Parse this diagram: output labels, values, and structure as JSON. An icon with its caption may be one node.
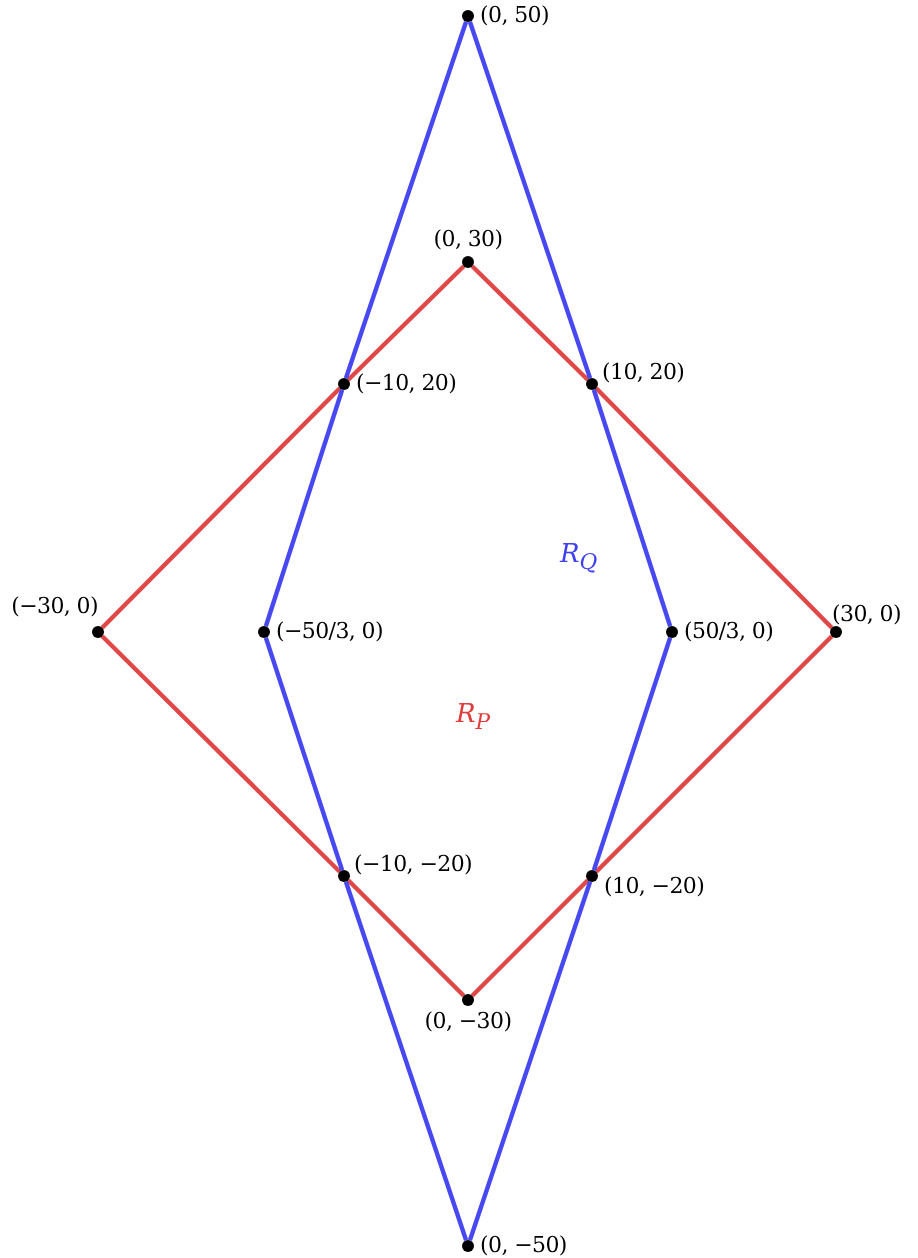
{
  "diagram": {
    "nodes": [
      {
        "text": [],
        "shape": "circle",
        "beside": [
          "(0, 50)"
        ]
      },
      {
        "text": [],
        "shape": "circle",
        "beside": [
          "(0, 30)"
        ]
      },
      {
        "text": [],
        "shape": "circle",
        "beside": [
          "(−10, 20)"
        ]
      },
      {
        "text": [],
        "shape": "circle",
        "beside": [
          "(10, 20)"
        ]
      },
      {
        "text": [],
        "shape": "circle",
        "beside": [
          "(−30, 0)"
        ]
      },
      {
        "text": [],
        "shape": "circle",
        "beside": [
          "(−50/3, 0)"
        ]
      },
      {
        "text": [],
        "shape": "circle",
        "beside": [
          "(50/3, 0)"
        ]
      },
      {
        "text": [],
        "shape": "circle",
        "beside": [
          "(30, 0)"
        ]
      },
      {
        "text": [],
        "shape": "circle",
        "beside": [
          "(−10, −20)"
        ]
      },
      {
        "text": [],
        "shape": "circle",
        "beside": [
          "(10, −20)"
        ]
      },
      {
        "text": [],
        "shape": "circle",
        "beside": [
          "(0, −30)"
        ]
      },
      {
        "text": [],
        "shape": "circle",
        "beside": [
          "(0, −50)"
        ]
      }
    ],
    "edges": [
      {
        "from": 1,
        "to": 3,
        "arrow": "none",
        "color": "#e04848"
      },
      {
        "from": 3,
        "to": 7,
        "arrow": "none",
        "color": "#e04848"
      },
      {
        "from": 7,
        "to": 9,
        "arrow": "none",
        "color": "#e04848"
      },
      {
        "from": 9,
        "to": 10,
        "arrow": "none",
        "color": "#e04848"
      },
      {
        "from": 10,
        "to": 8,
        "arrow": "none",
        "color": "#e04848"
      },
      {
        "from": 8,
        "to": 4,
        "arrow": "none",
        "color": "#e04848"
      },
      {
        "from": 4,
        "to": 2,
        "arrow": "none",
        "color": "#e04848"
      },
      {
        "from": 2,
        "to": 1,
        "arrow": "none",
        "color": "#e04848"
      },
      {
        "from": 0,
        "to": 3,
        "arrow": "none",
        "color": "#4848f0"
      },
      {
        "from": 3,
        "to": 6,
        "arrow": "none",
        "color": "#4848f0"
      },
      {
        "from": 6,
        "to": 9,
        "arrow": "none",
        "color": "#4848f0"
      },
      {
        "from": 9,
        "to": 11,
        "arrow": "none",
        "color": "#4848f0"
      },
      {
        "from": 11,
        "to": 8,
        "arrow": "none",
        "color": "#4848f0"
      },
      {
        "from": 8,
        "to": 5,
        "arrow": "none",
        "color": "#4848f0"
      },
      {
        "from": 5,
        "to": 2,
        "arrow": "none",
        "color": "#4848f0"
      },
      {
        "from": 2,
        "to": 0,
        "arrow": "none",
        "color": "#4848f0"
      }
    ],
    "labels": [
      "R$_{Q}$",
      "R$_{P}$"
    ]
  }
}
